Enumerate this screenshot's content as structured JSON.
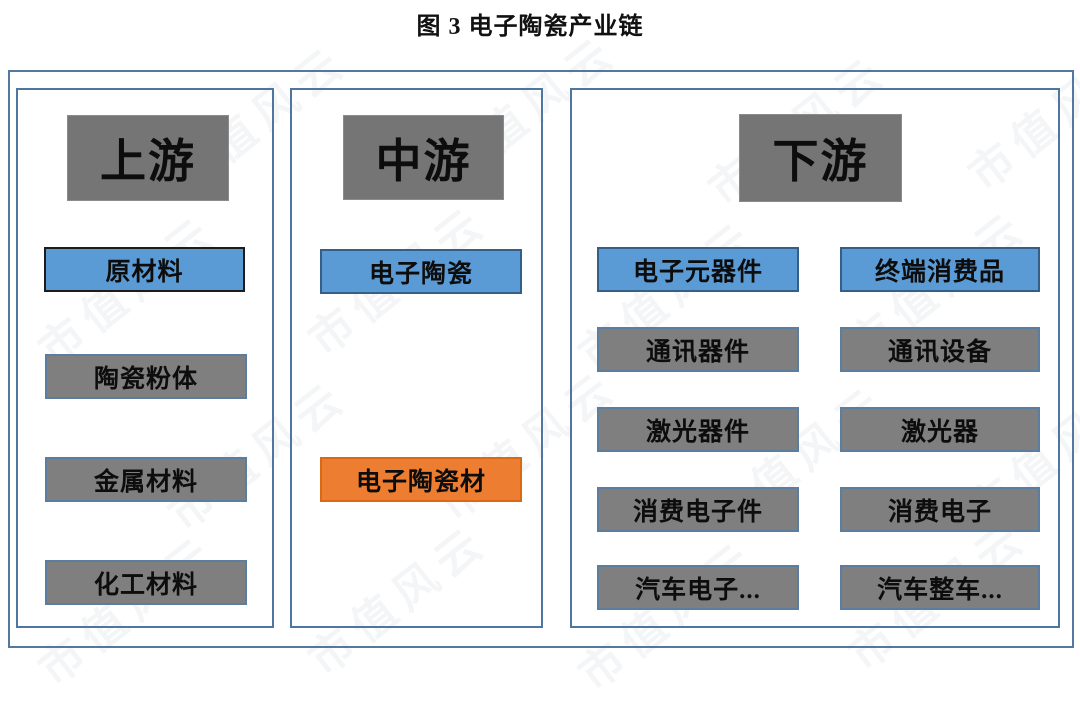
{
  "title": "图 3  电子陶瓷产业链",
  "watermark": "市值风云",
  "colors": {
    "node_blue": "#5B9BD5",
    "node_orange": "#ED7D31",
    "node_gray": "#7F7F7F",
    "header_gray": "#757575",
    "frame_border": "#54789F",
    "text": "#0D0D0D"
  },
  "diagram": {
    "upstream": {
      "header": "上游",
      "items": [
        "原材料",
        "陶瓷粉体",
        "金属材料",
        "化工材料"
      ]
    },
    "midstream": {
      "header": "中游",
      "items": [
        "电子陶瓷",
        "电子陶瓷材"
      ]
    },
    "downstream": {
      "header": "下游",
      "component_items": [
        "电子元器件",
        "通讯器件",
        "激光器件",
        "消费电子件",
        "汽车电子..."
      ],
      "terminal_items": [
        "终端消费品",
        "通讯设备",
        "激光器",
        "消费电子",
        "汽车整车..."
      ]
    }
  }
}
